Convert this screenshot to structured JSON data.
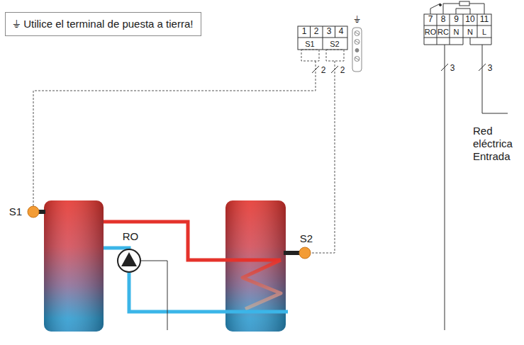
{
  "diagram": {
    "nodes": [
      {
        "text": [
          "⏚ Utilice el terminal de puesta a tierra!"
        ]
      }
    ],
    "labels": [
      "1",
      "2",
      "3",
      "4",
      "S1",
      "S2",
      "⏚",
      "7",
      "8",
      "9",
      "10",
      "11",
      "RO",
      "RC",
      "N",
      "N",
      "L",
      "2",
      "2",
      "3",
      "3",
      "Red eléctrica Entrada",
      "S1",
      "RO",
      "S2"
    ]
  }
}
